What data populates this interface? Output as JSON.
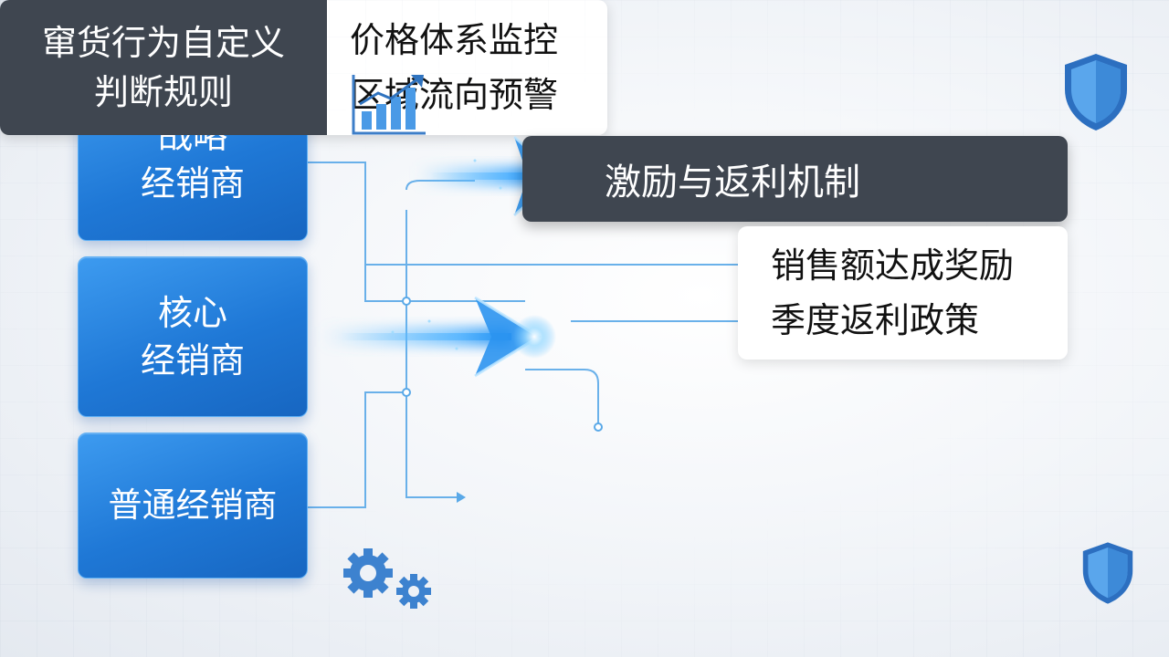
{
  "tiers": {
    "strategic": [
      "战略",
      "经销商"
    ],
    "core": [
      "核心",
      "经销商"
    ],
    "general": "普通经销商"
  },
  "incentive": {
    "title": "激励与返利机制",
    "items": [
      "销售额达成奖励",
      "季度返利政策"
    ]
  },
  "rules": {
    "title": [
      "窜货行为自定义",
      "判断规则"
    ],
    "items": [
      "价格体系监控",
      "区域流向预警"
    ]
  },
  "icons": {
    "chart": "growth-chart-icon",
    "gears": "gears-icon",
    "shield_top": "shield-icon",
    "shield_bottom": "shield-icon"
  },
  "colors": {
    "tier_blue": "#1f78d6",
    "panel_dark": "#3f4650",
    "line_blue": "#4aa3ea",
    "glow": "#6cc4ff"
  }
}
